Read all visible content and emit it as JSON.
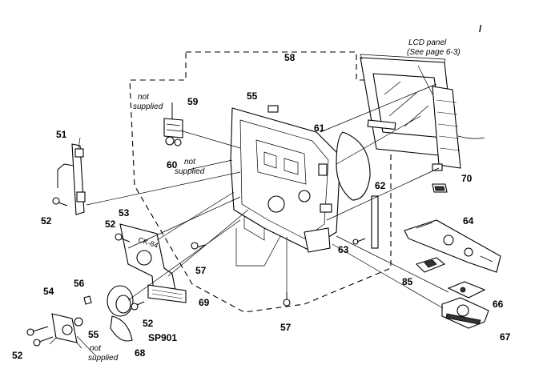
{
  "labels": {
    "p51": "51",
    "p52a": "52",
    "p52b": "52",
    "p52c": "52",
    "p52d": "52",
    "p53": "53",
    "p54": "54",
    "p55a": "55",
    "p55b": "55",
    "p56": "56",
    "p57a": "57",
    "p57b": "57",
    "p58": "58",
    "p59": "59",
    "p60": "60",
    "p61": "61",
    "p62": "62",
    "p63": "63",
    "p64": "64",
    "p66": "66",
    "p67": "67",
    "p68": "68",
    "p69": "69",
    "p70": "70",
    "p85": "85",
    "sp901": "SP901",
    "tick": "/"
  },
  "notes": {
    "lcd1": "LCD panel",
    "lcd2": "(See page 6-3)",
    "ns1a": "not",
    "ns1b": "supplied",
    "ns2a": "not",
    "ns2b": "supplied",
    "ns3a": "not",
    "ns3b": "supplied"
  }
}
